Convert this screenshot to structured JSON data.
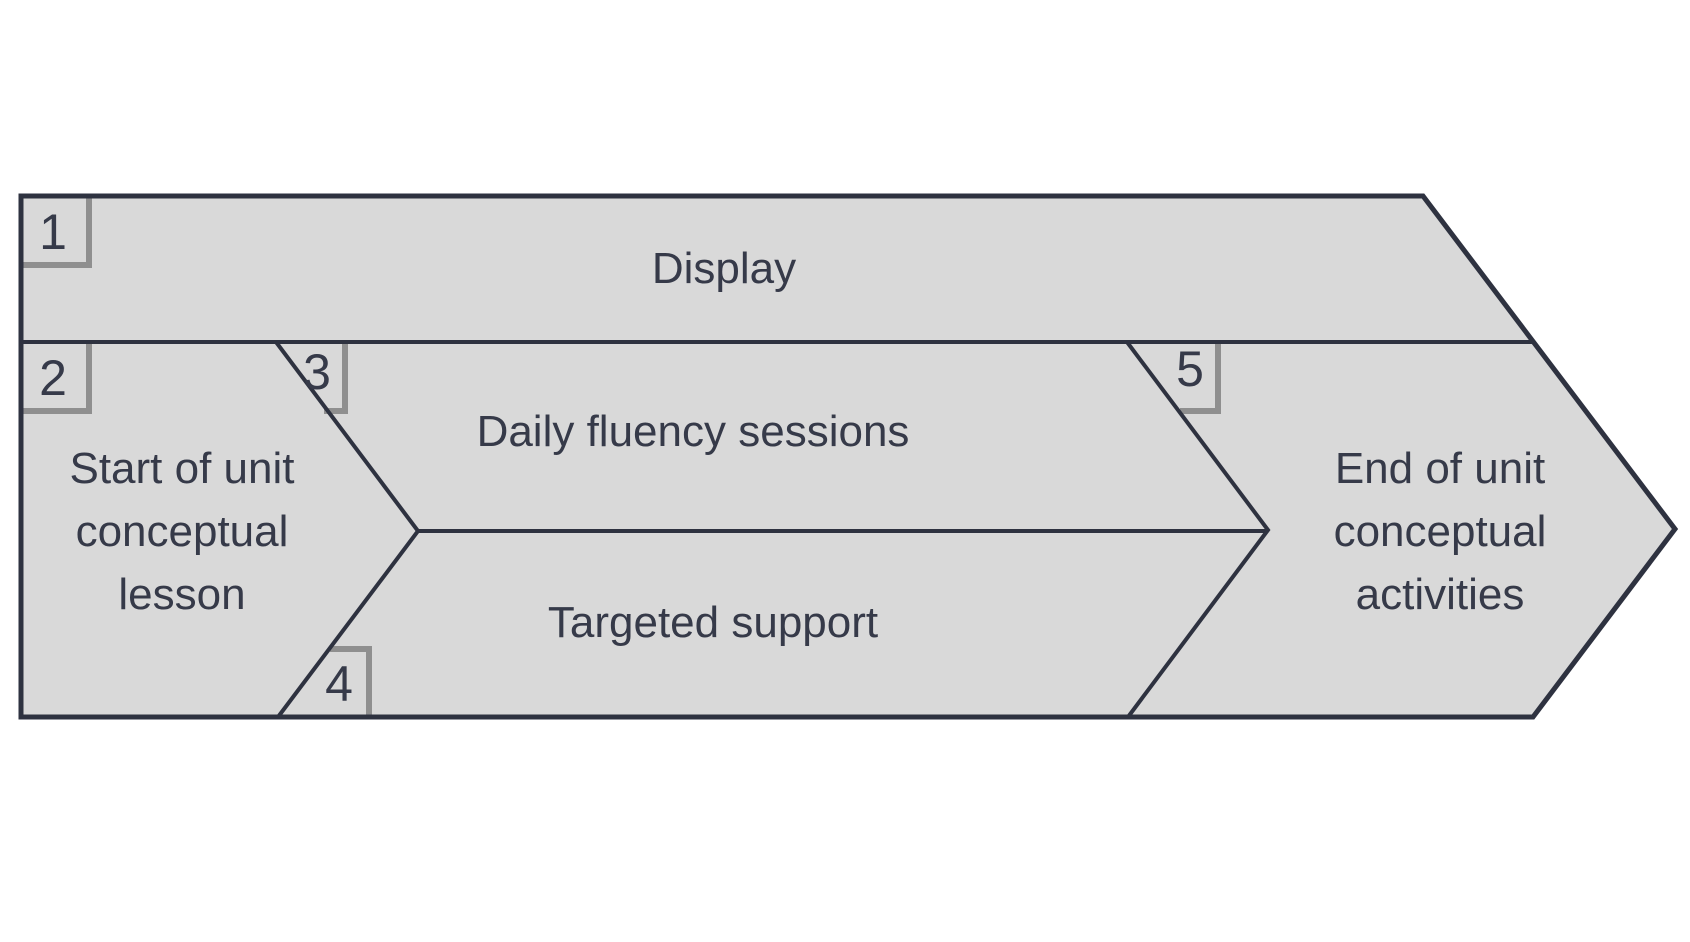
{
  "diagram": {
    "type": "process-arrow",
    "steps": [
      {
        "number": "1",
        "label": "Display"
      },
      {
        "number": "2",
        "label": "Start of unit conceptual lesson"
      },
      {
        "number": "3",
        "label": "Daily fluency sessions"
      },
      {
        "number": "4",
        "label": "Targeted support"
      },
      {
        "number": "5",
        "label": "End of unit conceptual activities"
      }
    ],
    "colors": {
      "shape_fill": "#d9d9d9",
      "outline": "#2e3240",
      "badge_border": "#8f8f8f",
      "text": "#363a49",
      "background": "#ffffff"
    }
  }
}
